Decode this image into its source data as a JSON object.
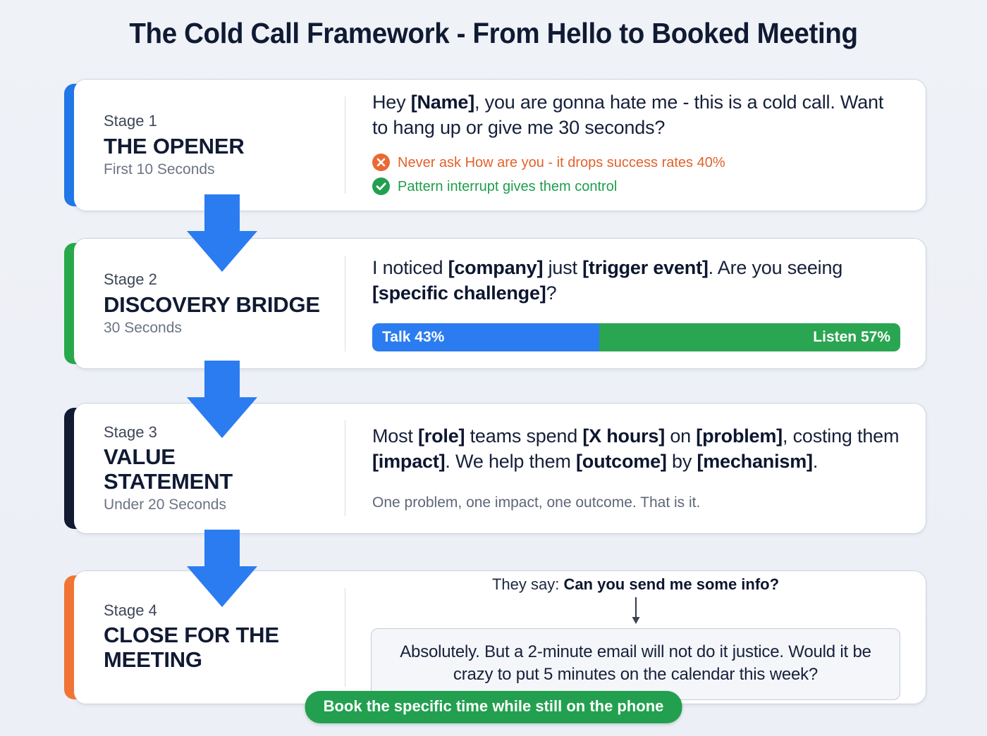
{
  "title": "The Cold Call Framework - From Hello to Booked Meeting",
  "colors": {
    "background": "#eff2f7",
    "title": "#101a33",
    "accent_stage1": "#2176e8",
    "accent_stage2": "#28a84a",
    "accent_stage3": "#131b33",
    "accent_stage4": "#f07434",
    "arrow_blue": "#2b7cf0",
    "talk_blue": "#2b7cf0",
    "listen_green": "#2aa551",
    "tip_bad": "#e2622c",
    "tip_good": "#1f9d4d",
    "footer_pill": "#22a04f"
  },
  "stages": [
    {
      "kicker": "Stage 1",
      "name": "THE OPENER",
      "timing": "First 10 Seconds",
      "accent": "#2176e8",
      "script": [
        {
          "text": "Hey ",
          "bold": false
        },
        {
          "text": "[Name]",
          "bold": true
        },
        {
          "text": ", you are gonna hate me - this is a cold call. Want to hang up or give me 30 seconds?",
          "bold": false
        }
      ],
      "tips": [
        {
          "type": "bad",
          "icon": "x-circle-icon",
          "text": "Never ask How are you - it drops success rates 40%"
        },
        {
          "type": "good",
          "icon": "check-circle-icon",
          "text": "Pattern interrupt gives them control"
        }
      ]
    },
    {
      "kicker": "Stage 2",
      "name": "DISCOVERY BRIDGE",
      "timing": "30 Seconds",
      "accent": "#28a84a",
      "script": [
        {
          "text": "I noticed ",
          "bold": false
        },
        {
          "text": "[company]",
          "bold": true
        },
        {
          "text": " just ",
          "bold": false
        },
        {
          "text": "[trigger event]",
          "bold": true
        },
        {
          "text": ". Are you seeing ",
          "bold": false
        },
        {
          "text": "[specific challenge]",
          "bold": true
        },
        {
          "text": "?",
          "bold": false
        }
      ],
      "ratio": {
        "talk_label": "Talk 43%",
        "listen_label": "Listen 57%",
        "talk_percent": 43,
        "listen_percent": 57
      }
    },
    {
      "kicker": "Stage 3",
      "name": "VALUE STATEMENT",
      "timing": "Under 20 Seconds",
      "accent": "#131b33",
      "script": [
        {
          "text": "Most ",
          "bold": false
        },
        {
          "text": "[role]",
          "bold": true
        },
        {
          "text": " teams spend ",
          "bold": false
        },
        {
          "text": "[X hours]",
          "bold": true
        },
        {
          "text": " on ",
          "bold": false
        },
        {
          "text": "[problem]",
          "bold": true
        },
        {
          "text": ", costing them ",
          "bold": false
        },
        {
          "text": "[impact]",
          "bold": true
        },
        {
          "text": ". We help them ",
          "bold": false
        },
        {
          "text": "[outcome]",
          "bold": true
        },
        {
          "text": " by ",
          "bold": false
        },
        {
          "text": "[mechanism]",
          "bold": true
        },
        {
          "text": ".",
          "bold": false
        }
      ],
      "note": "One problem, one impact, one outcome. That is it."
    },
    {
      "kicker": "Stage 4",
      "name": "CLOSE FOR THE MEETING",
      "timing": "",
      "accent": "#f07434",
      "objection": {
        "prefix": "They say: ",
        "quote": "Can you send me some info?",
        "arrow_icon": "arrow-down-icon",
        "response": "Absolutely. But a 2-minute email will not do it justice. Would it be crazy to put 5 minutes on the calendar this week?"
      }
    }
  ],
  "connectors": [
    {
      "icon": "arrow-down-icon",
      "from": "Stage 1",
      "to": "Stage 2"
    },
    {
      "icon": "arrow-down-icon",
      "from": "Stage 2",
      "to": "Stage 3"
    },
    {
      "icon": "arrow-down-icon",
      "from": "Stage 3",
      "to": "Stage 4"
    }
  ],
  "footer": {
    "label": "Book the specific time while still on the phone"
  }
}
